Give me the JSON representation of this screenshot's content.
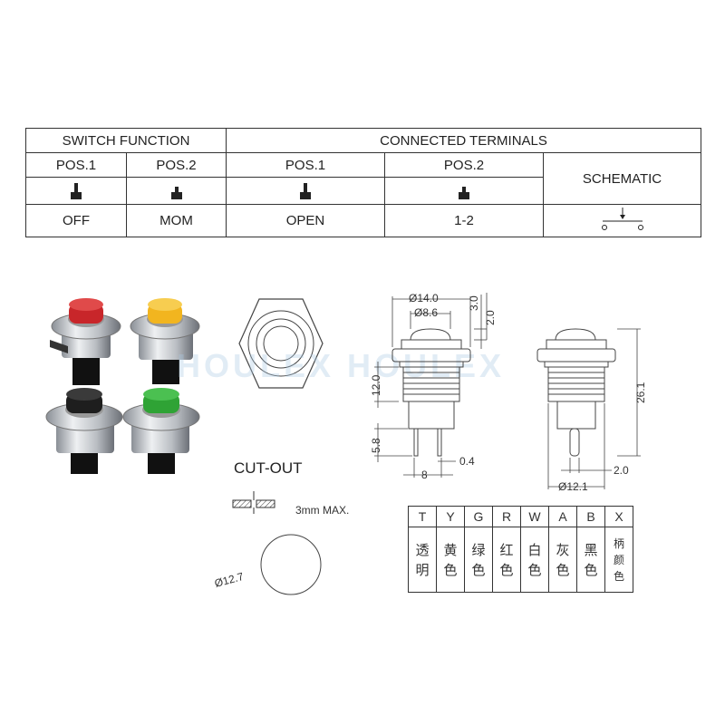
{
  "function_table": {
    "switch_function": "SWITCH FUNCTION",
    "connected_terminals": "CONNECTED TERMINALS",
    "pos1_a": "POS.1",
    "pos2_a": "POS.2",
    "pos1_b": "POS.1",
    "pos2_b": "POS.2",
    "schematic": "SCHEMATIC",
    "val_off": "OFF",
    "val_mom": "MOM",
    "val_open": "OPEN",
    "val_12": "1-2"
  },
  "watermark": "HOULEX HOULEX",
  "product_colors": [
    "#c8262a",
    "#f2b51f",
    "#1e1e1e",
    "#2fa335"
  ],
  "dimensions": {
    "d14": "Ø14.0",
    "d86": "Ø8.6",
    "d30": "3.0",
    "d20": "2.0",
    "d120": "12.0",
    "d58": "5.8",
    "d04": "0.4",
    "d8": "8",
    "d261": "26.1",
    "d121": "Ø12.1",
    "d20b": "2.0"
  },
  "cutout": {
    "title": "CUT-OUT",
    "max": "3mm MAX.",
    "diameter": "Ø12.7"
  },
  "color_codes": {
    "headers": [
      "T",
      "Y",
      "G",
      "R",
      "W",
      "A",
      "B",
      "X"
    ],
    "names": [
      "透\n明",
      "黄\n色",
      "绿\n色",
      "红\n色",
      "白\n色",
      "灰\n色",
      "黑\n色",
      "柄\n颜\n色"
    ]
  }
}
